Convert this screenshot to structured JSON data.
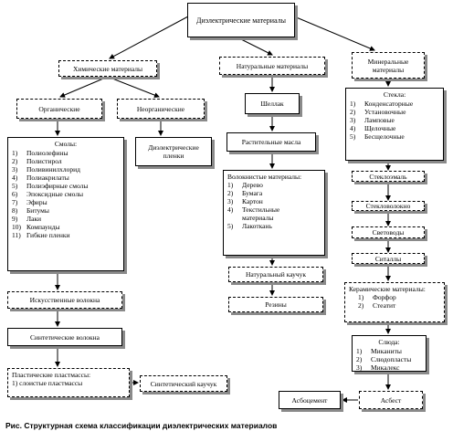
{
  "root": {
    "label": "Диэлектрические материалы"
  },
  "chemical": {
    "label": "Химические материалы"
  },
  "natural": {
    "label": "Натуральные материалы"
  },
  "mineral": {
    "label": "Минеральные материалы"
  },
  "organic": {
    "label": "Органические"
  },
  "inorganic": {
    "label": "Неорганические"
  },
  "resins": {
    "title": "Смолы:",
    "items": [
      "Полиолефины",
      "Полистирол",
      "Поливинилхлорид",
      "Полиакрилаты",
      "Полиэфирные смолы",
      "Эпоксидные смолы",
      "Эфиры",
      "Битумы",
      "Лаки",
      "Компаунды",
      "Гибкие пленки"
    ]
  },
  "dielectric_films": {
    "label": "Диэлектрические пленки"
  },
  "shellac": {
    "label": "Шеллак"
  },
  "vegetable_oils": {
    "label": "Растительные масла"
  },
  "fibrous": {
    "title": "Волокнистые материалы:",
    "items": [
      "Дерево",
      "Бумага",
      "Картон",
      "Текстильные материалы",
      "Лакоткань"
    ]
  },
  "natural_rubber": {
    "label": "Натуральный каучук"
  },
  "rubbers": {
    "label": "Резины"
  },
  "glass": {
    "title": "Стекла:",
    "items": [
      "Конденсаторные",
      "Установочные",
      "Ламповые",
      "Щелочные",
      "Бесщелочные"
    ]
  },
  "glass_enamel": {
    "label": "Стеклоэмаль"
  },
  "glass_fiber": {
    "label": "Стекловолокно"
  },
  "light_guides": {
    "label": "Световоды"
  },
  "sitalls": {
    "label": "Ситаллы"
  },
  "ceramics": {
    "title": "Керамические материалы:",
    "items": [
      "Форфор",
      "Стеатит"
    ]
  },
  "mica": {
    "title": "Слюда:",
    "items": [
      "Миканиты",
      "Слюдопласты",
      "Микалекс"
    ]
  },
  "asbestos_cement": {
    "label": "Асбоцемент"
  },
  "asbestos": {
    "label": "Асбест"
  },
  "artificial_fibers": {
    "label": "Искусственные волокна"
  },
  "synthetic_fibers": {
    "label": "Синтетические волокна"
  },
  "plastics": {
    "title": "Пластические пластмассы:",
    "items": [
      "слоистые пластмассы"
    ]
  },
  "synthetic_rubber": {
    "label": "Синтетический каучук"
  },
  "caption": "Рис. Структурная схема классификации диэлектрических материалов"
}
